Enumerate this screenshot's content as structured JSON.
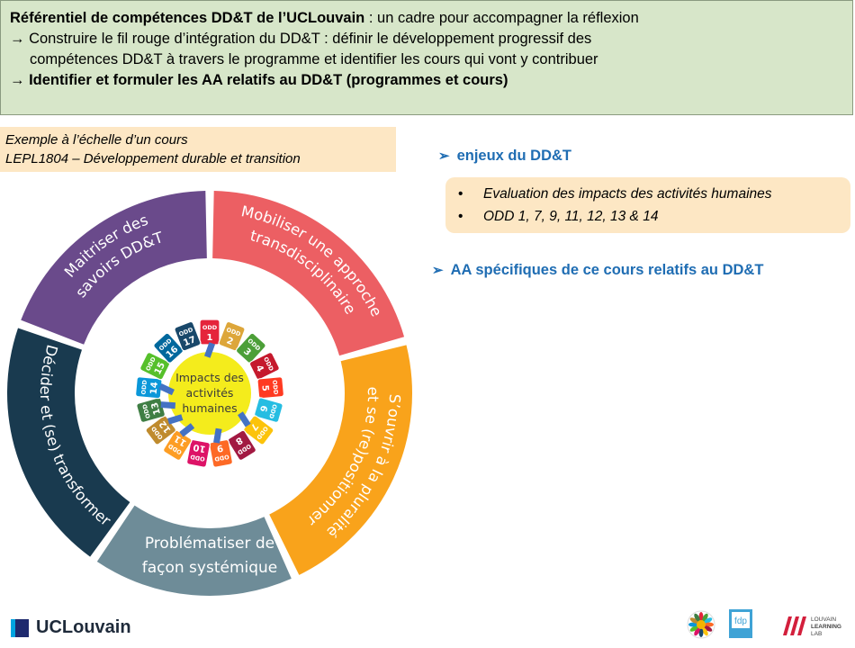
{
  "header": {
    "line1_bold": "Référentiel de compétences DD&T de l’UCLouvain",
    "line1_rest": " : un cadre pour accompagner la réflexion",
    "line2": "→ Construire le fil rouge d’intégration du DD&T : définir le développement progressif des",
    "line3": "compétences DD&T à travers le programme et identifier les cours qui vont y contribuer",
    "line4": "→ Identifier et formuler les AA relatifs au DD&T (programmes et cours)"
  },
  "example": {
    "line1": "Exemple à l’échelle d’un cours",
    "line2": "LEPL1804 – Développement durable et transition"
  },
  "enjeux": {
    "arrow": "➢",
    "title": "enjeux du DD&T",
    "bullet": "•",
    "items": [
      "Evaluation des impacts des activités humaines",
      "ODD 1, 7, 9, 11, 12, 13 & 14"
    ]
  },
  "aa": {
    "arrow": "➢",
    "title": "AA spécifiques de ce cours relatifs au DD&T"
  },
  "wheel": {
    "segments": [
      {
        "label_lines": [
          "Mobiliser une approche",
          "transdisciplinaire"
        ],
        "color": "#ec5f63"
      },
      {
        "label_lines": [
          "S’ouvrir à la pluralité",
          "et se (re)positionner"
        ],
        "color": "#f9a31b"
      },
      {
        "label_lines": [
          "Problématiser de",
          "façon systémique"
        ],
        "color": "#6e8c98"
      },
      {
        "label_lines": [
          "Décider et (se) transformer"
        ],
        "color": "#193a4f"
      },
      {
        "label_lines": [
          "Maitriser des",
          "savoirs DD&T"
        ],
        "color": "#6a4a8b"
      }
    ],
    "center_lines": [
      "Impacts des",
      "activités",
      "humaines"
    ],
    "center_color": "#f4ec1c",
    "sdg_prefix": "ODD",
    "sdgs": [
      {
        "num": "1",
        "color": "#e5243b"
      },
      {
        "num": "2",
        "color": "#dda63a"
      },
      {
        "num": "3",
        "color": "#4c9f38"
      },
      {
        "num": "4",
        "color": "#c5192d"
      },
      {
        "num": "5",
        "color": "#ff3a21"
      },
      {
        "num": "6",
        "color": "#26bde2"
      },
      {
        "num": "7",
        "color": "#fcc30b"
      },
      {
        "num": "8",
        "color": "#a21942"
      },
      {
        "num": "9",
        "color": "#fd6925"
      },
      {
        "num": "10",
        "color": "#dd1367"
      },
      {
        "num": "11",
        "color": "#fd9d24"
      },
      {
        "num": "12",
        "color": "#bf8b2e"
      },
      {
        "num": "13",
        "color": "#3f7e44"
      },
      {
        "num": "14",
        "color": "#0a97d9"
      },
      {
        "num": "15",
        "color": "#56c02b"
      },
      {
        "num": "16",
        "color": "#00689d"
      },
      {
        "num": "17",
        "color": "#19486a"
      }
    ],
    "linked_sdgs": [
      "1",
      "7",
      "9",
      "11",
      "12",
      "13",
      "14"
    ]
  },
  "footer": {
    "brand": "UCLouvain",
    "lll_text": [
      "LOUVAIN",
      "LEARNING",
      "LAB"
    ],
    "fdp_text": "fdp"
  }
}
